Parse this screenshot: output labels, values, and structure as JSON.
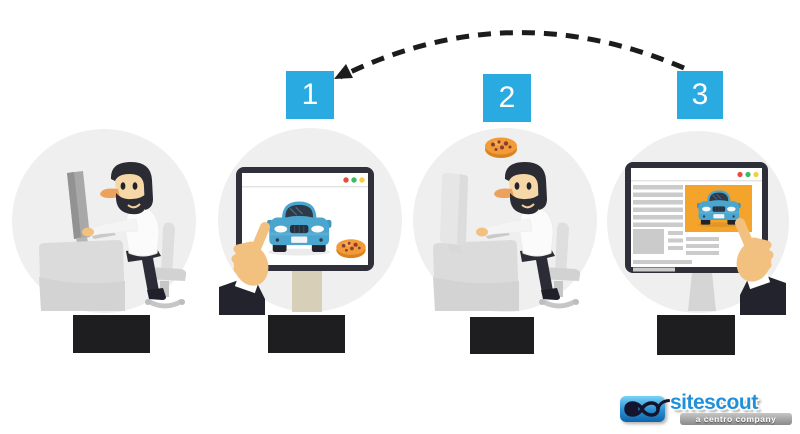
{
  "steps": [
    {
      "number": "1"
    },
    {
      "number": "2"
    },
    {
      "number": "3"
    }
  ],
  "panels": [
    {
      "description": "Person browsing the web at a desk"
    },
    {
      "description": "Browser window with a car website dropping a cookie"
    },
    {
      "description": "Person leaves the site carrying a cookie"
    },
    {
      "description": "Browser showing a retargeted car banner ad being clicked"
    }
  ],
  "arrow": {
    "description": "Dashed arc looping from step 3 back to step 1"
  },
  "logo": {
    "brand": "sitescout",
    "tagline": "a centro company"
  },
  "colors": {
    "step_blue": "#29abe2",
    "circle_gray": "#efefef",
    "caption_black": "#1e1e20",
    "arrow_black": "#1c1c1c",
    "cookie_orange": "#f29b38",
    "ad_orange": "#f5a42b",
    "car_blue": "#4ba6cf",
    "monitor_dark": "#30303b",
    "skin_tan": "#f2c180",
    "logo_blue": "#2090d8"
  }
}
